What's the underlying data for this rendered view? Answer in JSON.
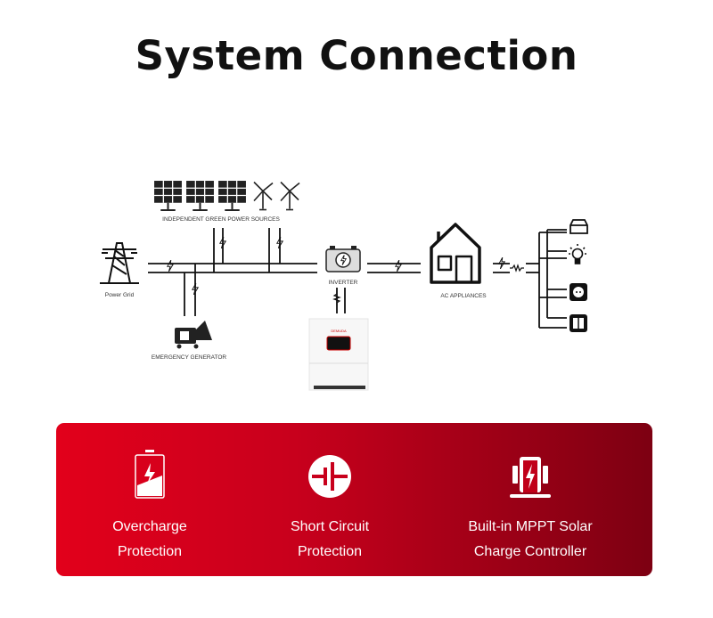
{
  "title": "System Connection",
  "diagram": {
    "green_sources_label": "INDEPENDENT GREEN POWER SOURCES",
    "power_grid_label": "Power Grid",
    "generator_label": "EMERGENCY GENERATOR",
    "inverter_label": "INVERTER",
    "ac_label": "AC APPLIANCES",
    "brand_label": "DEMUDA"
  },
  "features": [
    {
      "icon": "battery-charging-icon",
      "line1": "Overcharge",
      "line2": "Protection"
    },
    {
      "icon": "short-circuit-icon",
      "line1": "Short Circuit",
      "line2": "Protection"
    },
    {
      "icon": "mppt-controller-icon",
      "line1": "Built-in MPPT Solar",
      "line2": "Charge Controller"
    }
  ],
  "colors": {
    "accent_start": "#e2001b",
    "accent_end": "#7d0012"
  }
}
